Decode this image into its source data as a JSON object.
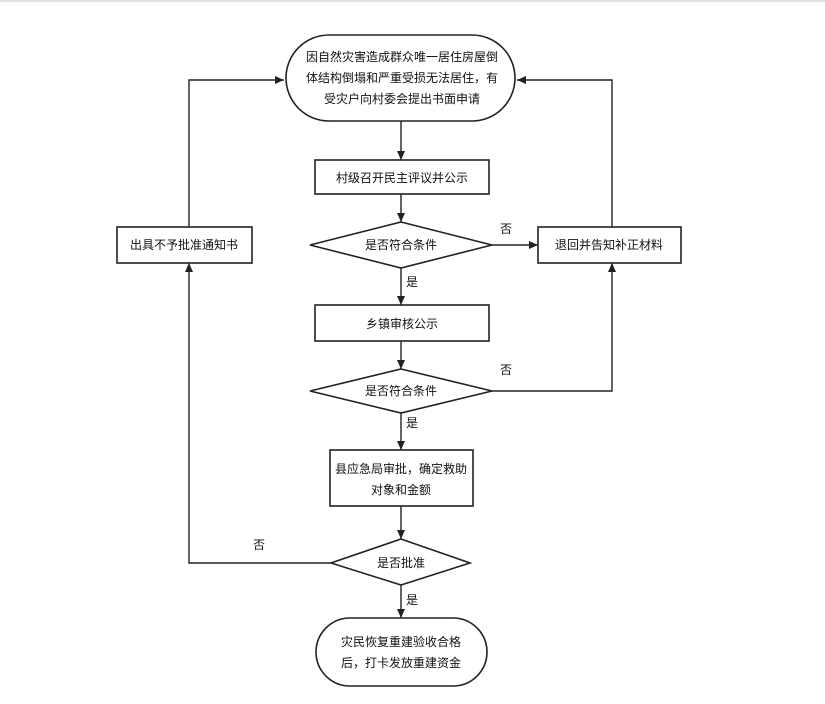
{
  "diagram": {
    "nodes": {
      "start": {
        "lines": [
          "因自然灾害造成群众唯一居住房屋倒",
          "体结构倒塌和严重受损无法居住，有",
          "受灾户向村委会提出书面申请"
        ]
      },
      "village": {
        "lines": [
          "村级召开民主评议并公示"
        ]
      },
      "decision1": {
        "lines": [
          "是否符合条件"
        ]
      },
      "return_materials": {
        "lines": [
          "退回并告知补正材料"
        ]
      },
      "reject_notice": {
        "lines": [
          "出具不予批准通知书"
        ]
      },
      "township": {
        "lines": [
          "乡镇审核公示"
        ]
      },
      "decision2": {
        "lines": [
          "是否符合条件"
        ]
      },
      "county": {
        "lines": [
          "县应急局审批，确定救助",
          "对象和金额"
        ]
      },
      "decision3": {
        "lines": [
          "是否批准"
        ]
      },
      "end": {
        "lines": [
          "灾民恢复重建验收合格",
          "后，打卡发放重建资金"
        ]
      }
    },
    "edge_labels": {
      "no": "否",
      "yes": "是"
    }
  }
}
